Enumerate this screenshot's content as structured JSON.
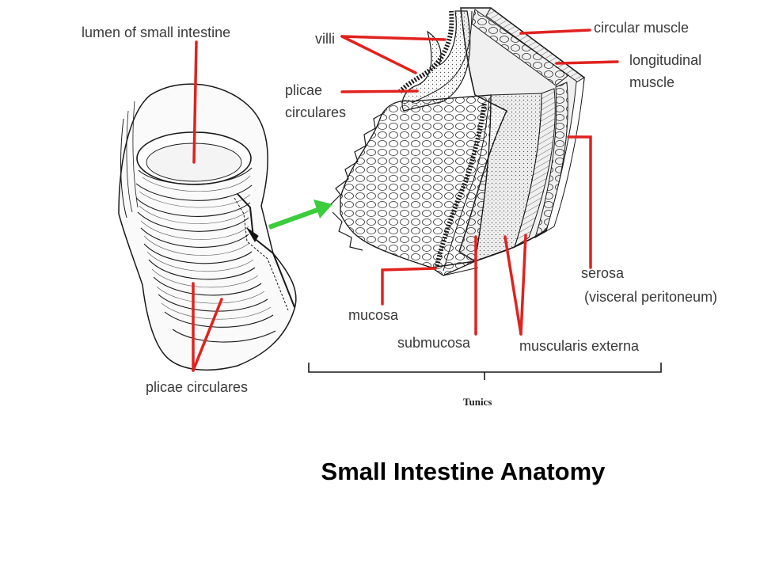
{
  "title": "Small Intestine Anatomy",
  "labels": {
    "lumen": "lumen of small intestine",
    "villi": "villi",
    "plicae_circulares_top": "plicae\ncirculares",
    "circular_muscle": "circular muscle",
    "longitudinal_muscle": "longitudinal\nmuscle",
    "serosa": "serosa",
    "serosa_note": "(visceral peritoneum)",
    "mucosa": "mucosa",
    "submucosa": "submucosa",
    "muscularis_externa": "muscularis externa",
    "plicae_circulares_bottom": "plicae circulares",
    "tunics": "Tunics"
  },
  "colors": {
    "leader_line": "#e0221e",
    "arrow": "#3ccc3c",
    "ink": "#1a1a1a"
  }
}
